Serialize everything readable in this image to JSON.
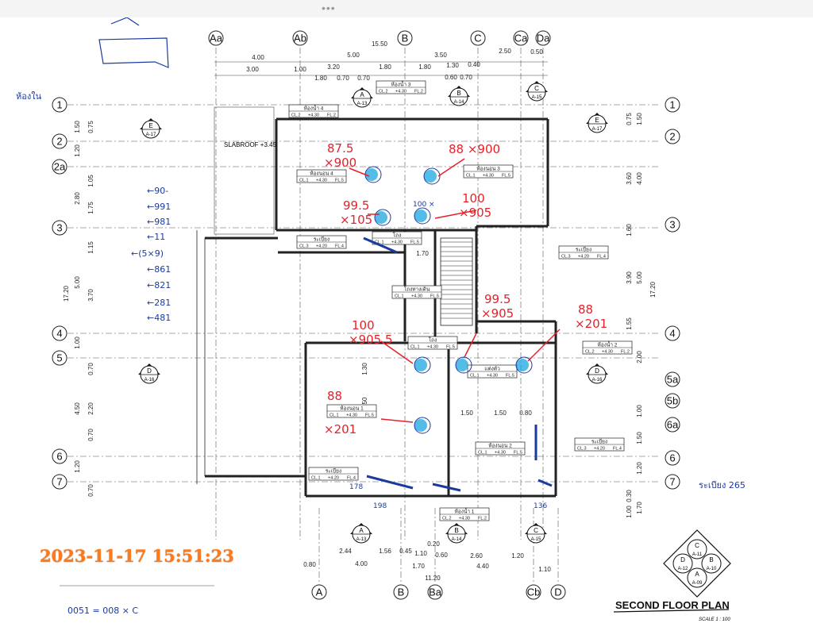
{
  "window": {
    "menu_dots": "•••"
  },
  "timestamp": "2023-11-17 15:51:23",
  "plan_title": "SECOND FLOOR PLAN",
  "scale": "SCALE 1 : 100",
  "slab_roof": "SLABROOF +3.45",
  "grid_top": [
    "Aa",
    "Ab",
    "B",
    "C",
    "Ca",
    "Da"
  ],
  "grid_bottom": [
    "A",
    "B",
    "Ba",
    "Cb",
    "D"
  ],
  "grid_left": [
    "1",
    "2",
    "2a",
    "3",
    "4",
    "5",
    "6",
    "7"
  ],
  "grid_right": [
    "1",
    "2",
    "3",
    "4",
    "5a",
    "5b",
    "6a",
    "6",
    "7"
  ],
  "dims_top": [
    "15.50",
    "4.00",
    "5.00",
    "3.50",
    "2.50",
    "0.50",
    "3.00",
    "1.00",
    "3.20",
    "1.80",
    "1.80",
    "1.30",
    "0.40",
    "1.80",
    "0.70",
    "0.70",
    "0.60",
    "0.70"
  ],
  "dims_bottom": [
    "2.44",
    "1.56",
    "0.45",
    "1.10",
    "0.20",
    "0.60",
    "2.60",
    "1.20",
    "0.80",
    "4.00",
    "1.70",
    "4.40",
    "1.10",
    "11.20"
  ],
  "dims_left": [
    "1.50",
    "0.75",
    "1.20",
    "1.05",
    "2.80",
    "1.75",
    "1.15",
    "3.70",
    "5.00",
    "17.20",
    "1.00",
    "0.70",
    "4.50",
    "2.20",
    "0.70",
    "1.20",
    "0.70"
  ],
  "dims_right": [
    "1.50",
    "0.75",
    "3.60",
    "4.00",
    "1.60",
    "3.90",
    "5.00",
    "17.20",
    "1.55",
    "2.00",
    "1.00",
    "1.50",
    "1.20",
    "0.30",
    "1.70",
    "1.00"
  ],
  "dims_inner": [
    "1.70",
    "1.30",
    "50",
    "1.50",
    "1.50",
    "0.80"
  ],
  "rooms": [
    {
      "name": "ห้องน้ำ 3",
      "cl": "CL.2",
      "lvl": "+4.30",
      "fl": "FL.2"
    },
    {
      "name": "ห้องน้ำ 4",
      "cl": "CL.2",
      "lvl": "+4.30",
      "fl": "FL.2"
    },
    {
      "name": "ห้องนอน 4",
      "cl": "CL.1",
      "lvl": "+4.30",
      "fl": "FL.5"
    },
    {
      "name": "ห้องนอน 3",
      "cl": "CL.1",
      "lvl": "+4.30",
      "fl": "FL.5"
    },
    {
      "name": "ระเบียง",
      "cl": "CL.3",
      "lvl": "+4.20",
      "fl": "FL.4"
    },
    {
      "name": "โถง",
      "cl": "CL.1",
      "lvl": "+4.30",
      "fl": "FL.5"
    },
    {
      "name": "โถงทางเดิน",
      "cl": "CL.1",
      "lvl": "+4.30",
      "fl": "FL.5"
    },
    {
      "name": "ระเบียง",
      "cl": "CL.3",
      "lvl": "+4.20",
      "fl": "FL.4"
    },
    {
      "name": "โถง",
      "cl": "CL.1",
      "lvl": "+4.30",
      "fl": "FL.5"
    },
    {
      "name": "ห้องน้ำ 2",
      "cl": "CL.2",
      "lvl": "+4.30",
      "fl": "FL.2"
    },
    {
      "name": "แต่งตัว",
      "cl": "CL.1",
      "lvl": "+4.30",
      "fl": "FL.5"
    },
    {
      "name": "ห้องนอน 1",
      "cl": "CL.1",
      "lvl": "+4.30",
      "fl": "FL.5"
    },
    {
      "name": "ห้องนอน 2",
      "cl": "CL.1",
      "lvl": "+4.30",
      "fl": "FL.5"
    },
    {
      "name": "ระเบียง",
      "cl": "CL.3",
      "lvl": "+4.20",
      "fl": "FL.4"
    },
    {
      "name": "ระเบียง",
      "cl": "CL.1",
      "lvl": "+4.20",
      "fl": "FL.4"
    },
    {
      "name": "ห้องน้ำ 1",
      "cl": "CL.2",
      "lvl": "+4.30",
      "fl": "FL.2"
    }
  ],
  "section_markers": [
    {
      "letter": "E",
      "sheet": "A-17"
    },
    {
      "letter": "E",
      "sheet": "A-17"
    },
    {
      "letter": "D",
      "sheet": "A-16"
    },
    {
      "letter": "D",
      "sheet": "A-16"
    },
    {
      "letter": "A",
      "sheet": "A-13"
    },
    {
      "letter": "B",
      "sheet": "A-14"
    },
    {
      "letter": "C",
      "sheet": "A-15"
    },
    {
      "letter": "A",
      "sheet": "A-13"
    },
    {
      "letter": "B",
      "sheet": "A-14"
    },
    {
      "letter": "C",
      "sheet": "A-15"
    }
  ],
  "key_plan": [
    {
      "letter": "C",
      "sheet": "A-11"
    },
    {
      "letter": "D",
      "sheet": "A-12"
    },
    {
      "letter": "B",
      "sheet": "A-10"
    },
    {
      "letter": "A",
      "sheet": "A-09"
    }
  ],
  "red_notes": [
    [
      "87.5",
      "×900"
    ],
    [
      "88 ×900",
      ""
    ],
    [
      "99.5",
      "×105"
    ],
    [
      "100",
      "×905"
    ],
    [
      "100",
      "×905.5"
    ],
    [
      "99.5",
      "×905"
    ],
    [
      "88",
      "×201"
    ],
    [
      "88",
      "×201"
    ]
  ],
  "blue_notes": [
    "←90-",
    "←991",
    "←981",
    "←11",
    "←(5×9)",
    "←861",
    "←821",
    "←281",
    "←481",
    "ห้องใน",
    "ระเบียง 265",
    "0051 = 008 × C",
    "178",
    "198",
    "136",
    "100 ×"
  ],
  "colors": {
    "red_ink": "#e8202a",
    "blue_ink": "#1a3aa0",
    "highlight": "#1aa7e0",
    "timestamp": "#ff7a1a"
  }
}
